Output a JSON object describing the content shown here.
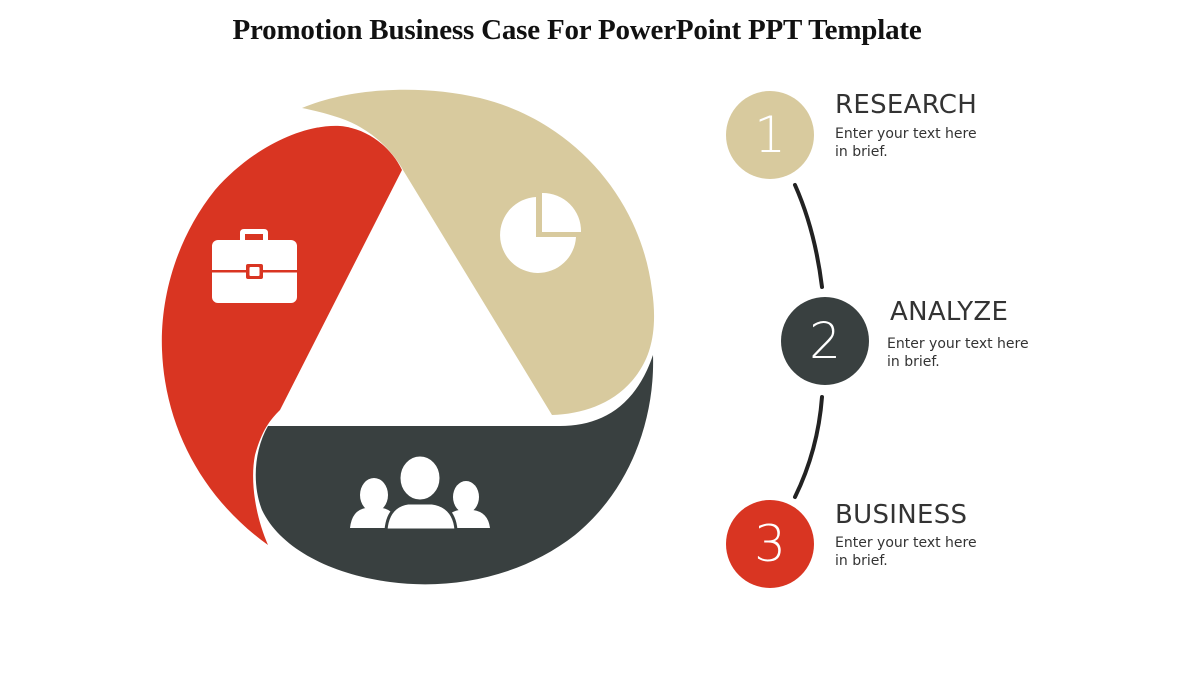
{
  "title": "Promotion Business Case For PowerPoint PPT Template",
  "colors": {
    "tan": "#d8ca9e",
    "red": "#d93522",
    "dark": "#394040",
    "text": "#333333",
    "connector": "#222222",
    "icon_fill": "#ffffff"
  },
  "diagram": {
    "segments": [
      {
        "name": "tan-segment",
        "color": "#d8ca9e",
        "icon": "pie-chart-icon"
      },
      {
        "name": "red-segment",
        "color": "#d93522",
        "icon": "briefcase-icon"
      },
      {
        "name": "dark-segment",
        "color": "#394040",
        "icon": "users-group-icon"
      }
    ]
  },
  "steps": [
    {
      "number": "1",
      "title": "RESEARCH",
      "desc_line1": "Enter your text here",
      "desc_line2": "in brief.",
      "color": "#d8ca9e"
    },
    {
      "number": "2",
      "title": "ANALYZE",
      "desc_line1": "Enter your text here",
      "desc_line2": "in brief.",
      "color": "#394040"
    },
    {
      "number": "3",
      "title": "BUSINESS",
      "desc_line1": "Enter your text here",
      "desc_line2": "in brief.",
      "color": "#d93522"
    }
  ]
}
